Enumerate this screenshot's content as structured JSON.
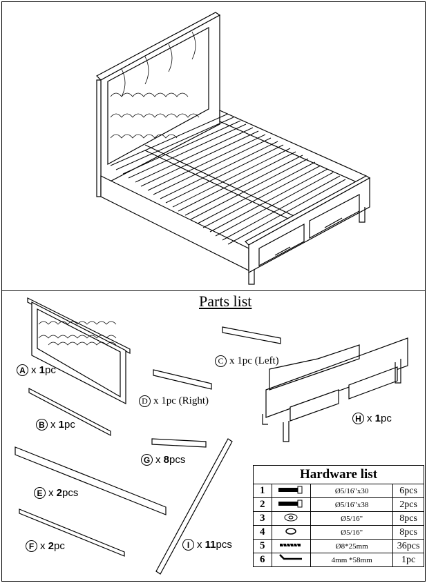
{
  "title": "Parts list",
  "parts": [
    {
      "letter": "A",
      "qty": "1",
      "unit": "pc"
    },
    {
      "letter": "B",
      "qty": "1",
      "unit": "pc"
    },
    {
      "letter": "C",
      "text": "x 1pc (Left)"
    },
    {
      "letter": "D",
      "text": "x 1pc (Right)"
    },
    {
      "letter": "E",
      "qty": "2",
      "unit": "pcs"
    },
    {
      "letter": "F",
      "qty": "2",
      "unit": "pc"
    },
    {
      "letter": "G",
      "qty": "8",
      "unit": "pcs"
    },
    {
      "letter": "H",
      "qty": "1",
      "unit": "pc"
    },
    {
      "letter": "I",
      "qty": "11",
      "unit": "pcs"
    }
  ],
  "hardware": {
    "title": "Hardware list",
    "rows": [
      {
        "no": "1",
        "icon": "long-bolt-icon",
        "size": "Ø5/16\"x30",
        "qty": "6pcs"
      },
      {
        "no": "2",
        "icon": "long-bolt-icon",
        "size": "Ø5/16\"x38",
        "qty": "2pcs"
      },
      {
        "no": "3",
        "icon": "flat-washer-icon",
        "size": "Ø5/16\"",
        "qty": "8pcs"
      },
      {
        "no": "4",
        "icon": "lock-washer-icon",
        "size": "Ø5/16\"",
        "qty": "8pcs"
      },
      {
        "no": "5",
        "icon": "wood-screw-icon",
        "size": "Ø8*25mm",
        "qty": "36pcs"
      },
      {
        "no": "6",
        "icon": "allen-key-icon",
        "size": "4mm *58mm",
        "qty": "1pc"
      }
    ]
  }
}
